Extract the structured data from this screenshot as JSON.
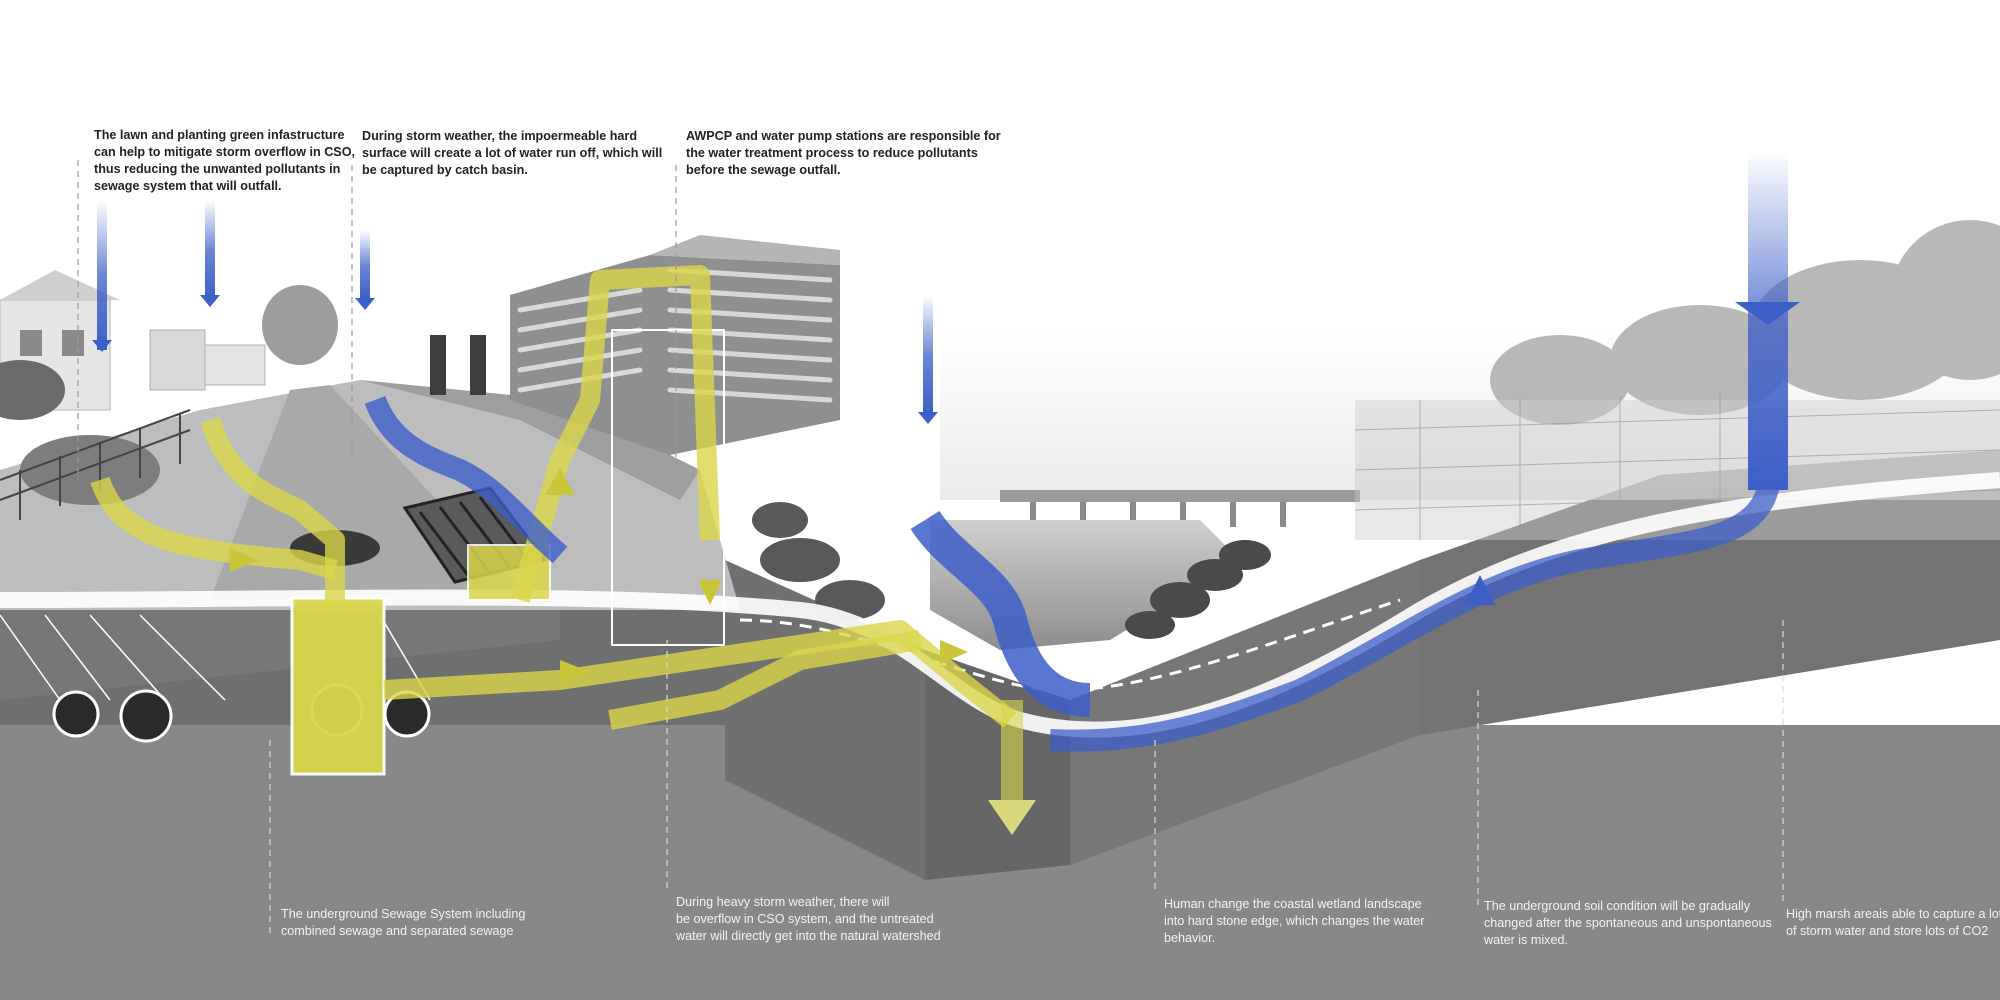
{
  "colors": {
    "sewage_flow": "#d9d64a",
    "storm_water": "#3c5fc8",
    "ground_band": "#888888",
    "surface_line": "#ffffff",
    "annotation_top_text": "#222222",
    "annotation_bottom_text": "#f2f2f2"
  },
  "icons": [
    "storm-water-arrow-icon",
    "sewage-flow-arrow-icon",
    "sewage-pipe-icon"
  ],
  "annotations_top": [
    {
      "id": "green-infrastructure",
      "lines": [
        "The lawn and planting green infastructure",
        "can help to mitigate storm overflow in CSO,",
        "thus reducing the unwanted pollutants in",
        "sewage system that will outfall."
      ]
    },
    {
      "id": "hard-surface-runoff",
      "lines": [
        "During storm weather, the impoermeable hard",
        "surface will create a lot of water run off, which will",
        "be captured by catch basin."
      ]
    },
    {
      "id": "treatment-plant",
      "lines": [
        "AWPCP and water pump stations are responsible for",
        "the water treatment process to reduce pollutants",
        "before the sewage outfall."
      ]
    }
  ],
  "annotations_bottom": [
    {
      "id": "underground-sewage",
      "lines": [
        "The underground Sewage System including",
        "combined sewage and separated sewage"
      ]
    },
    {
      "id": "cso-overflow",
      "lines": [
        "During heavy storm weather, there will",
        "be overflow in CSO system, and the untreated",
        "water will directly get into the natural watershed"
      ]
    },
    {
      "id": "stone-edge",
      "lines": [
        "Human change the coastal wetland landscape",
        "into hard stone edge, which changes the water",
        "behavior."
      ]
    },
    {
      "id": "soil-condition",
      "lines": [
        "The underground soil condition will be gradually",
        "changed after the spontaneous and unspontaneous",
        "water is mixed."
      ]
    },
    {
      "id": "high-marsh",
      "lines": [
        "High marsh areais able to capture a lot",
        "of storm water and store lots of CO2"
      ]
    }
  ]
}
